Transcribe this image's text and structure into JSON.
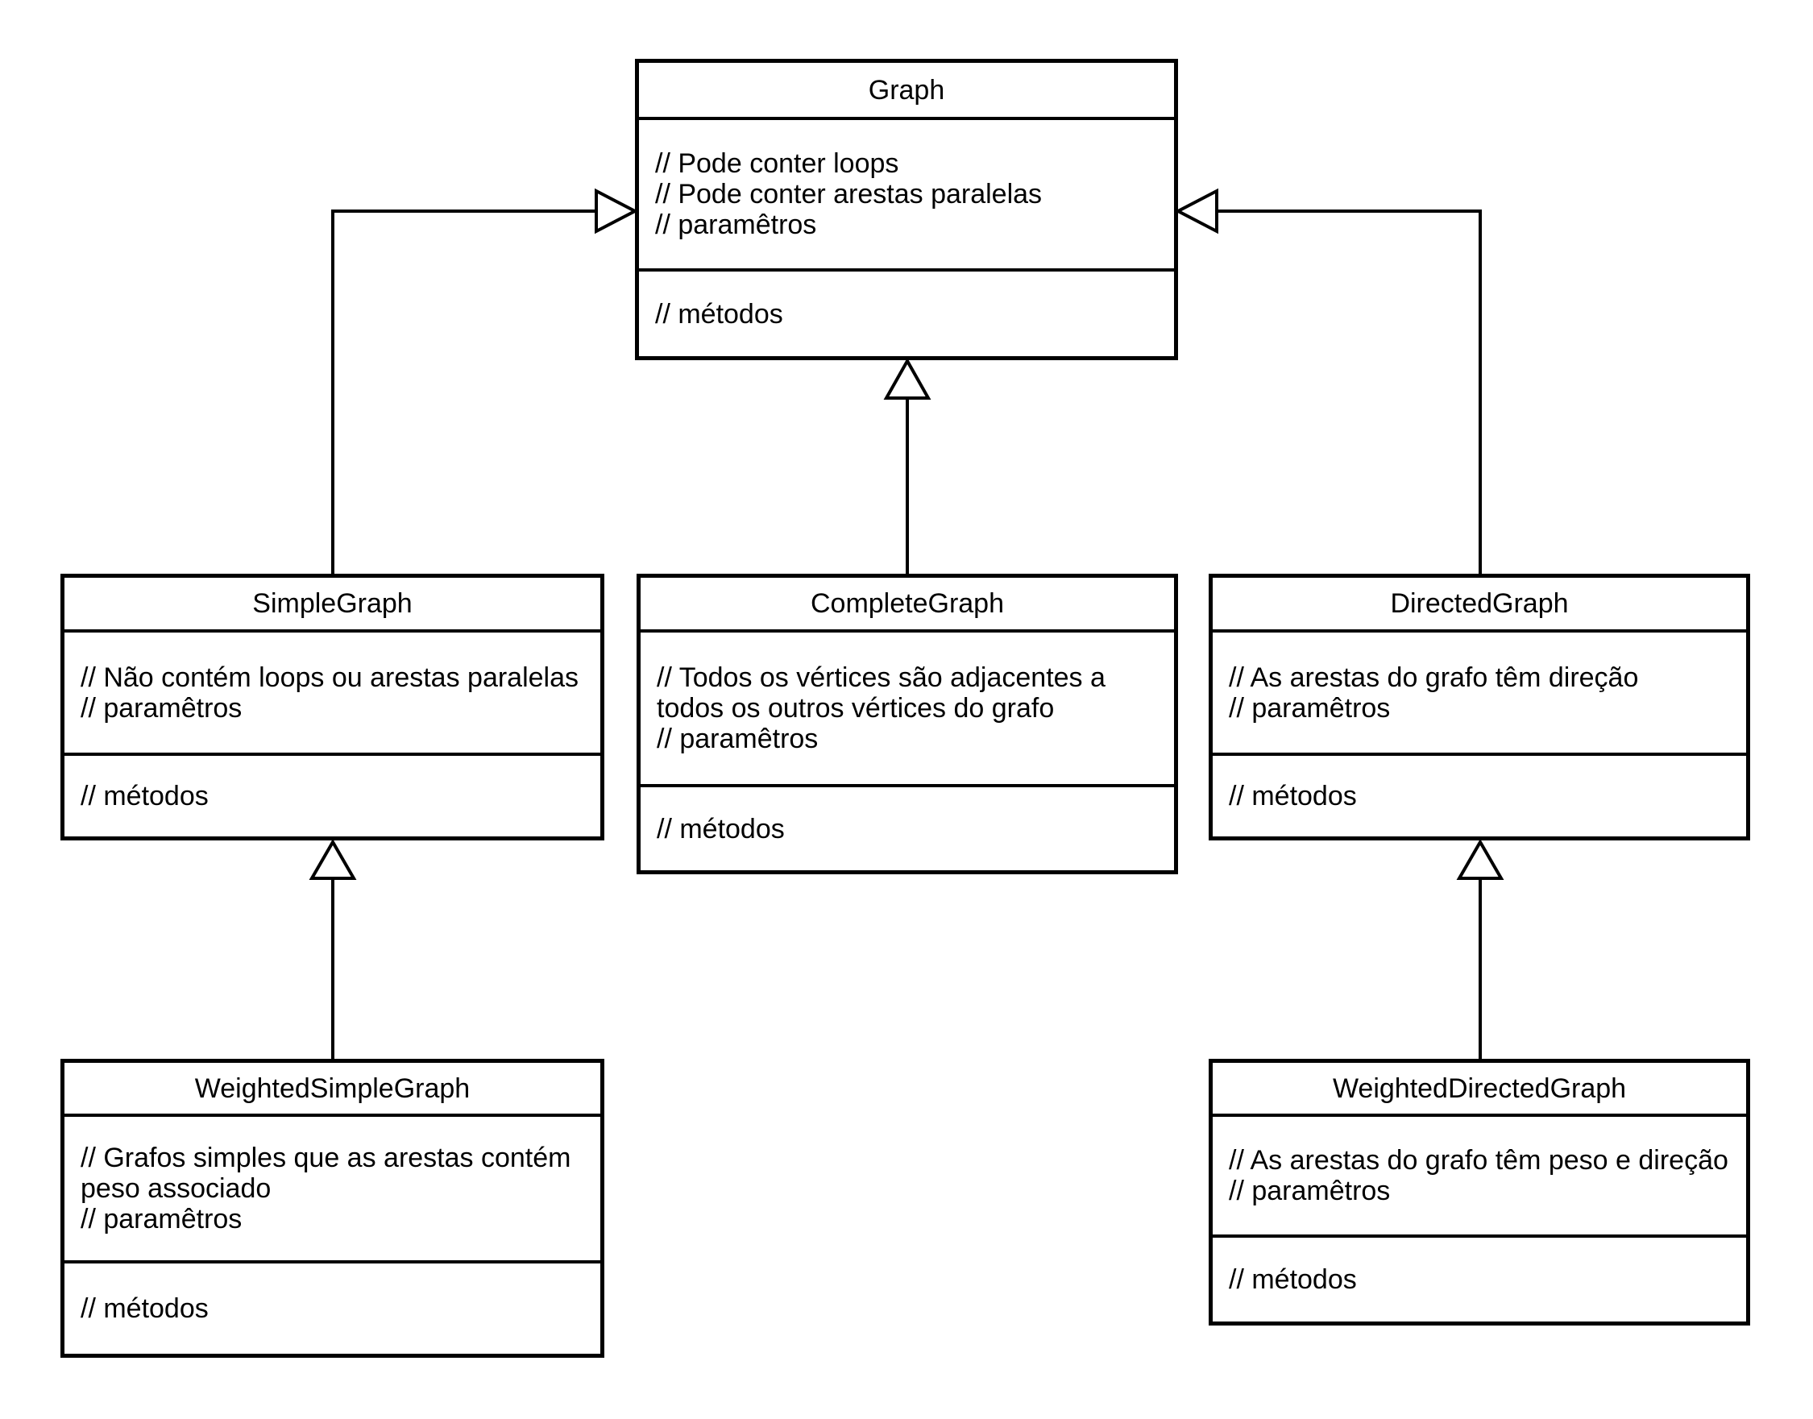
{
  "diagram": {
    "type": "uml-class-diagram",
    "background_color": "#ffffff",
    "line_color": "#000000",
    "classes": [
      {
        "name": "Graph",
        "attributes": [
          "// Pode conter loops",
          "// Pode conter arestas paralelas",
          "// paramêtros"
        ],
        "methods": [
          "// métodos"
        ]
      },
      {
        "name": "SimpleGraph",
        "attributes": [
          "// Não contém loops ou arestas paralelas",
          "// paramêtros"
        ],
        "methods": [
          "// métodos"
        ]
      },
      {
        "name": "CompleteGraph",
        "attributes": [
          "// Todos os vértices são adjacentes a todos os outros vértices do grafo",
          "// paramêtros"
        ],
        "methods": [
          "// métodos"
        ]
      },
      {
        "name": "DirectedGraph",
        "attributes": [
          "// As arestas do grafo têm direção",
          "// paramêtros"
        ],
        "methods": [
          "// métodos"
        ]
      },
      {
        "name": "WeightedSimpleGraph",
        "attributes": [
          "// Grafos simples que as arestas contém peso associado",
          "// paramêtros"
        ],
        "methods": [
          "// métodos"
        ]
      },
      {
        "name": "WeightedDirectedGraph",
        "attributes": [
          "// As arestas do grafo têm peso e direção",
          "// paramêtros"
        ],
        "methods": [
          "// métodos"
        ]
      }
    ],
    "relationships": [
      {
        "from": "SimpleGraph",
        "to": "Graph",
        "type": "generalization"
      },
      {
        "from": "CompleteGraph",
        "to": "Graph",
        "type": "generalization"
      },
      {
        "from": "DirectedGraph",
        "to": "Graph",
        "type": "generalization"
      },
      {
        "from": "WeightedSimpleGraph",
        "to": "SimpleGraph",
        "type": "generalization"
      },
      {
        "from": "WeightedDirectedGraph",
        "to": "DirectedGraph",
        "type": "generalization"
      }
    ]
  }
}
